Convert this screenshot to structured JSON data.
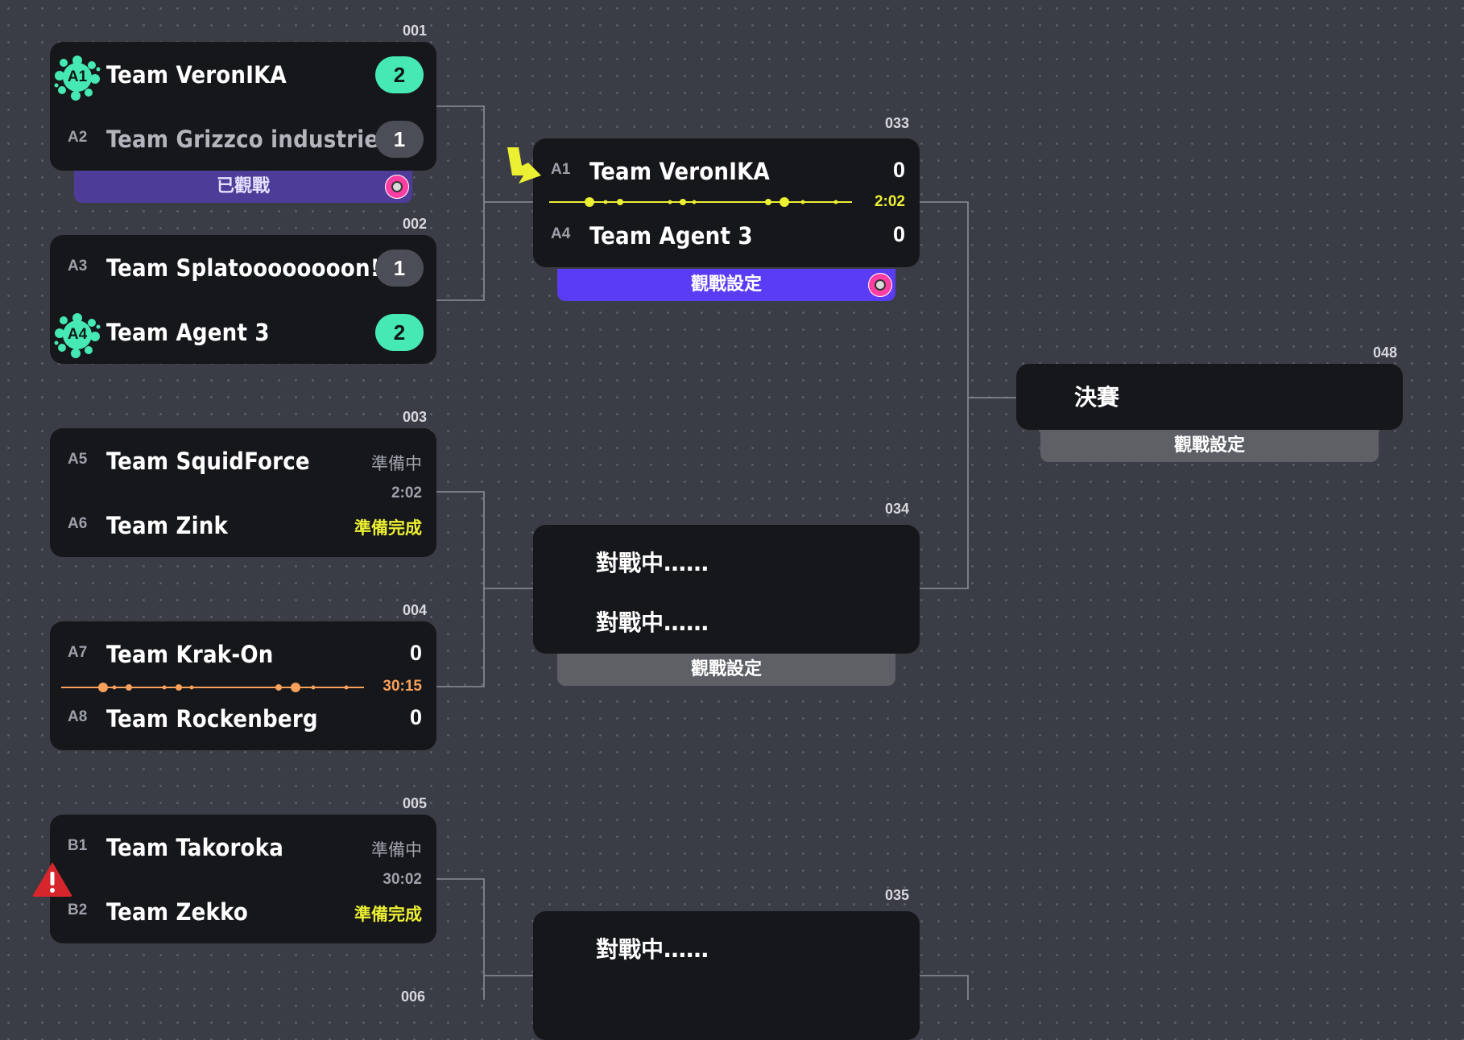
{
  "matches": {
    "m001": {
      "num": "001",
      "t1": {
        "seed": "A1",
        "name": "Team VeronIKA",
        "score": "2"
      },
      "t2": {
        "seed": "A2",
        "name": "Team Grizzco industries",
        "score": "1"
      },
      "bar": "已觀戰"
    },
    "m002": {
      "num": "002",
      "t1": {
        "seed": "A3",
        "name": "Team Splatoooooooon!!",
        "score": "1"
      },
      "t2": {
        "seed": "A4",
        "name": "Team Agent 3",
        "score": "2"
      }
    },
    "m003": {
      "num": "003",
      "t1": {
        "seed": "A5",
        "name": "Team SquidForce",
        "status": "準備中"
      },
      "timer": "2:02",
      "t2": {
        "seed": "A6",
        "name": "Team Zink",
        "status": "準備完成"
      }
    },
    "m004": {
      "num": "004",
      "t1": {
        "seed": "A7",
        "name": "Team Krak-On",
        "score": "0"
      },
      "timer": "30:15",
      "t2": {
        "seed": "A8",
        "name": "Team Rockenberg",
        "score": "0"
      }
    },
    "m005": {
      "num": "005",
      "t1": {
        "seed": "B1",
        "name": "Team Takoroka",
        "status": "準備中"
      },
      "timer": "30:02",
      "t2": {
        "seed": "B2",
        "name": "Team Zekko",
        "status": "準備完成"
      }
    },
    "m006": {
      "num": "006"
    },
    "m033": {
      "num": "033",
      "t1": {
        "seed": "A1",
        "name": "Team VeronIKA",
        "score": "0"
      },
      "timer": "2:02",
      "t2": {
        "seed": "A4",
        "name": "Team Agent 3",
        "score": "0"
      },
      "bar": "觀戰設定"
    },
    "m034": {
      "num": "034",
      "p1": "對戰中……",
      "p2": "對戰中……",
      "bar": "觀戰設定"
    },
    "m035": {
      "num": "035",
      "p1": "對戰中……"
    },
    "m048": {
      "num": "048",
      "label": "決賽",
      "bar": "觀戰設定"
    }
  },
  "colors": {
    "winner": "#46e8b4",
    "live_yellow": "#ecf032",
    "live_orange": "#f7a15a",
    "watched_bar": "#4d3c98",
    "active_bar": "#5b3cf5",
    "warning": "#d6262c"
  },
  "icons": [
    "splat-icon",
    "arrow-icon",
    "avatar-icon",
    "warning-icon"
  ]
}
